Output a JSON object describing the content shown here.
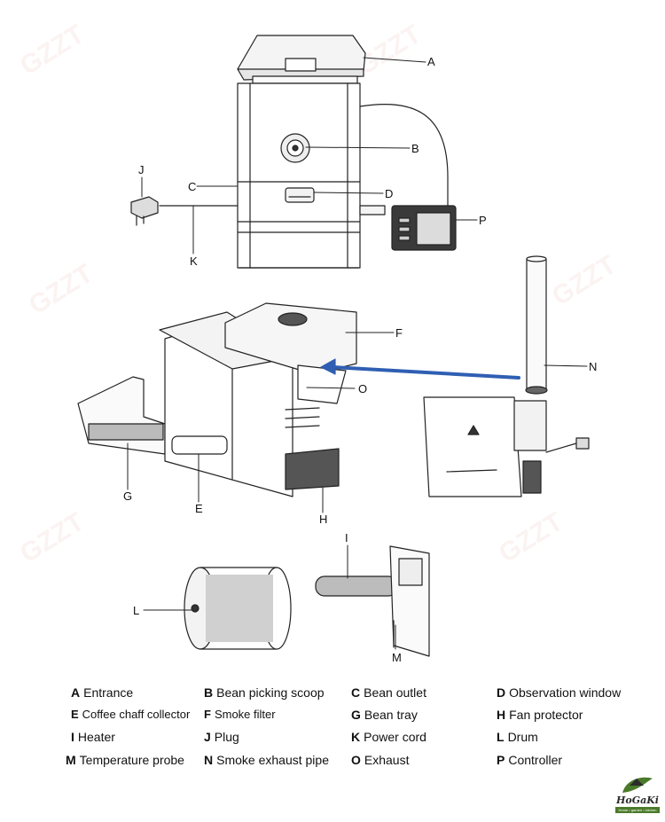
{
  "watermark": "GZZT",
  "callouts": {
    "A": "A",
    "B": "B",
    "C": "C",
    "D": "D",
    "E": "E",
    "F": "F",
    "G": "G",
    "H": "H",
    "I": "I",
    "J": "J",
    "K": "K",
    "L": "L",
    "M": "M",
    "N": "N",
    "O": "O",
    "P": "P"
  },
  "legend": [
    {
      "letter": "A",
      "text": "Entrance"
    },
    {
      "letter": "B",
      "text": "Bean picking scoop"
    },
    {
      "letter": "C",
      "text": "Bean outlet"
    },
    {
      "letter": "D",
      "text": "Observation window"
    },
    {
      "letter": "E",
      "text": "Coffee chaff collector"
    },
    {
      "letter": "F",
      "text": "Smoke filter"
    },
    {
      "letter": "G",
      "text": "Bean tray"
    },
    {
      "letter": "H",
      "text": "Fan protector"
    },
    {
      "letter": "I",
      "text": "Heater"
    },
    {
      "letter": "J",
      "text": "Plug"
    },
    {
      "letter": "K",
      "text": "Power cord"
    },
    {
      "letter": "L",
      "text": "Drum"
    },
    {
      "letter": "M",
      "text": "Temperature probe"
    },
    {
      "letter": "N",
      "text": "Smoke exhaust pipe"
    },
    {
      "letter": "O",
      "text": "Exhaust"
    },
    {
      "letter": "P",
      "text": "Controller"
    }
  ],
  "logo": {
    "name": "HoGaKi",
    "tagline": "Home • garden • kitchen"
  },
  "colors": {
    "line": "#222222",
    "arrow": "#2f5fb3",
    "logo_green": "#4a7a2a"
  }
}
